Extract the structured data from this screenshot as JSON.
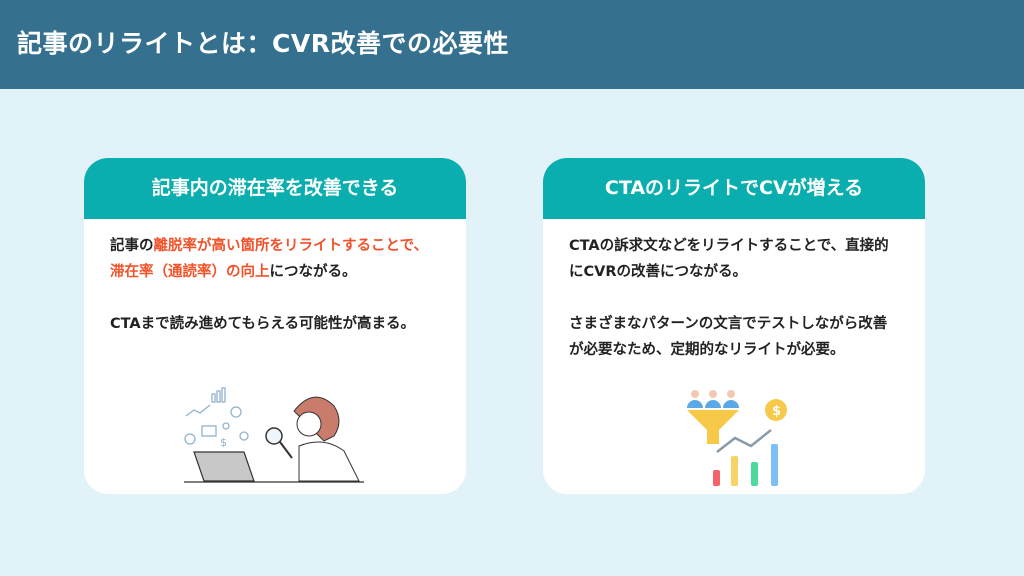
{
  "header": {
    "title": "記事のリライトとは：CVR改善での必要性"
  },
  "colors": {
    "header_bg": "#35718f",
    "card_header_bg": "#0aaeae",
    "page_bg": "#e1f3f8",
    "highlight": "#f0532a",
    "text": "#222222"
  },
  "cards": [
    {
      "title": "記事内の滞在率を改善できる",
      "para1": {
        "pre": "記事の",
        "highlight": "離脱率が高い箇所をリライトすることで、滞在率（通読率）の向上",
        "post": "につながる。"
      },
      "para2": "CTAまで読み進めてもらえる可能性が高まる。",
      "illustration": "woman-with-magnifying-glass-and-laptop"
    },
    {
      "title": "CTAのリライトでCVが増える",
      "para1": "CTAの訴求文などをリライトすることで、直接的にCVRの改善につながる。",
      "para2": "さまざまなパターンの文言でテストしながら改善が必要なため、定期的なリライトが必要。",
      "illustration": "conversion-funnel-growth-chart"
    }
  ]
}
